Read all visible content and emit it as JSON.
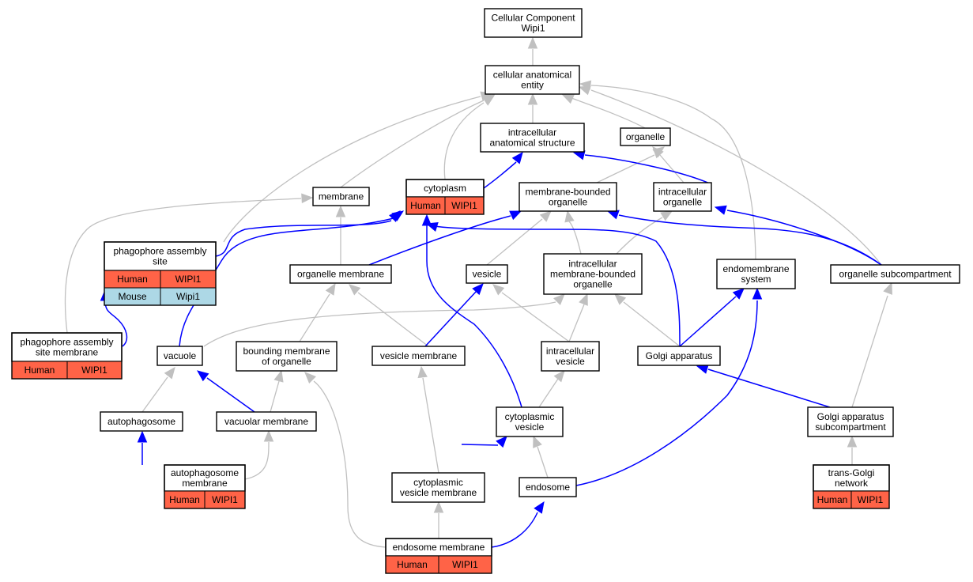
{
  "colors": {
    "human": "#ff6347",
    "mouse": "#add8e6",
    "is_a_edge": "#c0c0c0",
    "part_of_edge": "#0000ff"
  },
  "nodes": {
    "root": [
      "Cellular Component",
      "Wipi1"
    ],
    "cae": [
      "cellular anatomical",
      "entity"
    ],
    "ias": [
      "intracellular",
      "anatomical structure"
    ],
    "organelle": [
      "organelle"
    ],
    "membrane": [
      "membrane"
    ],
    "cytoplasm": [
      "cytoplasm"
    ],
    "mbo": [
      "membrane-bounded",
      "organelle"
    ],
    "io": [
      "intracellular",
      "organelle"
    ],
    "pas": [
      "phagophore assembly",
      "site"
    ],
    "orgmem": [
      "organelle membrane"
    ],
    "vesicle": [
      "vesicle"
    ],
    "imbo": [
      "intracellular",
      "membrane-bounded",
      "organelle"
    ],
    "endosys": [
      "endomembrane",
      "system"
    ],
    "osub": [
      "organelle subcompartment"
    ],
    "pasm": [
      "phagophore assembly",
      "site membrane"
    ],
    "vacuole": [
      "vacuole"
    ],
    "bmo": [
      "bounding membrane",
      "of organelle"
    ],
    "vesmem": [
      "vesicle membrane"
    ],
    "ivesicle": [
      "intracellular",
      "vesicle"
    ],
    "golgi": [
      "Golgi apparatus"
    ],
    "autophagosome": [
      "autophagosome"
    ],
    "vacmem": [
      "vacuolar membrane"
    ],
    "cytves": [
      "cytoplasmic",
      "vesicle"
    ],
    "gas": [
      "Golgi apparatus",
      "subcompartment"
    ],
    "apm": [
      "autophagosome",
      "membrane"
    ],
    "cvm": [
      "cytoplasmic",
      "vesicle membrane"
    ],
    "endosome": [
      "endosome"
    ],
    "tgn": [
      "trans-Golgi",
      "network"
    ],
    "endomem": [
      "endosome membrane"
    ]
  },
  "annotations": {
    "cytoplasm": [
      {
        "species": "Human",
        "gene": "WIPI1"
      }
    ],
    "pas": [
      {
        "species": "Human",
        "gene": "WIPI1"
      },
      {
        "species": "Mouse",
        "gene": "Wipi1"
      }
    ],
    "pasm": [
      {
        "species": "Human",
        "gene": "WIPI1"
      }
    ],
    "apm": [
      {
        "species": "Human",
        "gene": "WIPI1"
      }
    ],
    "tgn": [
      {
        "species": "Human",
        "gene": "WIPI1"
      }
    ],
    "endomem": [
      {
        "species": "Human",
        "gene": "WIPI1"
      }
    ]
  }
}
